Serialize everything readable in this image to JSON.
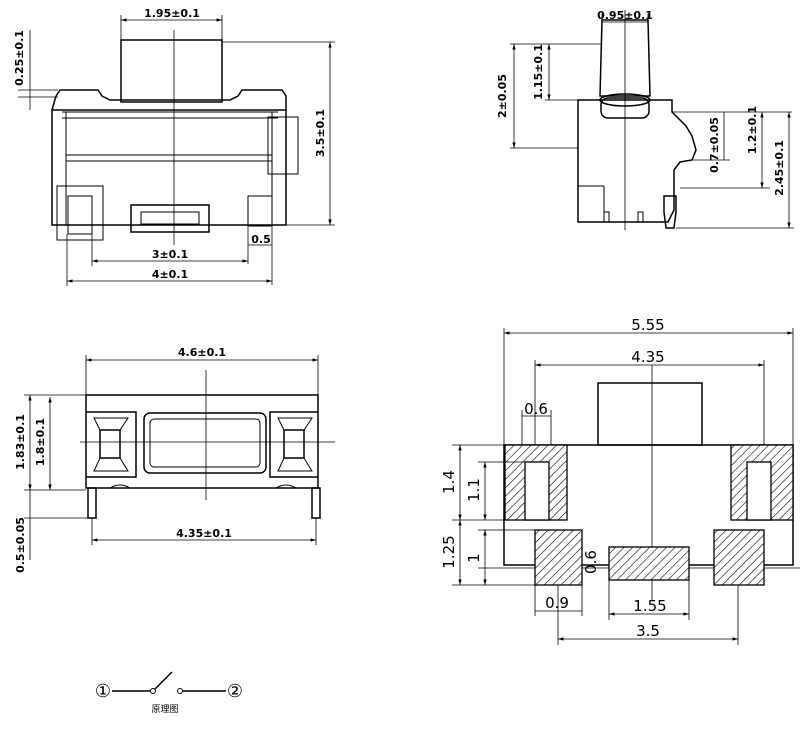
{
  "views": {
    "front": {
      "dims": {
        "top_width": "1.95±0.1",
        "cap_offset": "0.25±0.1",
        "height": "3.5±0.1",
        "terminal": "0.5",
        "pitch": "3±0.1",
        "overall": "4±0.1"
      }
    },
    "side": {
      "dims": {
        "top_width": "0.95±0.1",
        "total": "2±0.05",
        "cap": "1.15±0.1",
        "pin_a": "0.7±0.05",
        "pin_b": "1.2±0.1",
        "body": "2.45±0.1"
      }
    },
    "bottom": {
      "dims": {
        "width": "4.6±0.1",
        "h1": "1.83±0.1",
        "h2": "1.8±0.1",
        "lead": "0.5±0.05",
        "pitch": "4.35±0.1"
      }
    },
    "footprint": {
      "dims": {
        "overall": "5.55",
        "span": "4.35",
        "slot_w": "0.6",
        "pad_h_outer": "1.4",
        "pad_h_inner": "1.1",
        "lower_outer": "1.25",
        "lower_inner": "1",
        "center_h": "0.6",
        "pad_w": "0.9",
        "center_w": "1.55",
        "pitch": "3.5"
      }
    }
  },
  "schematic": {
    "pin1": "①",
    "pin2": "②",
    "caption": "原理图"
  }
}
